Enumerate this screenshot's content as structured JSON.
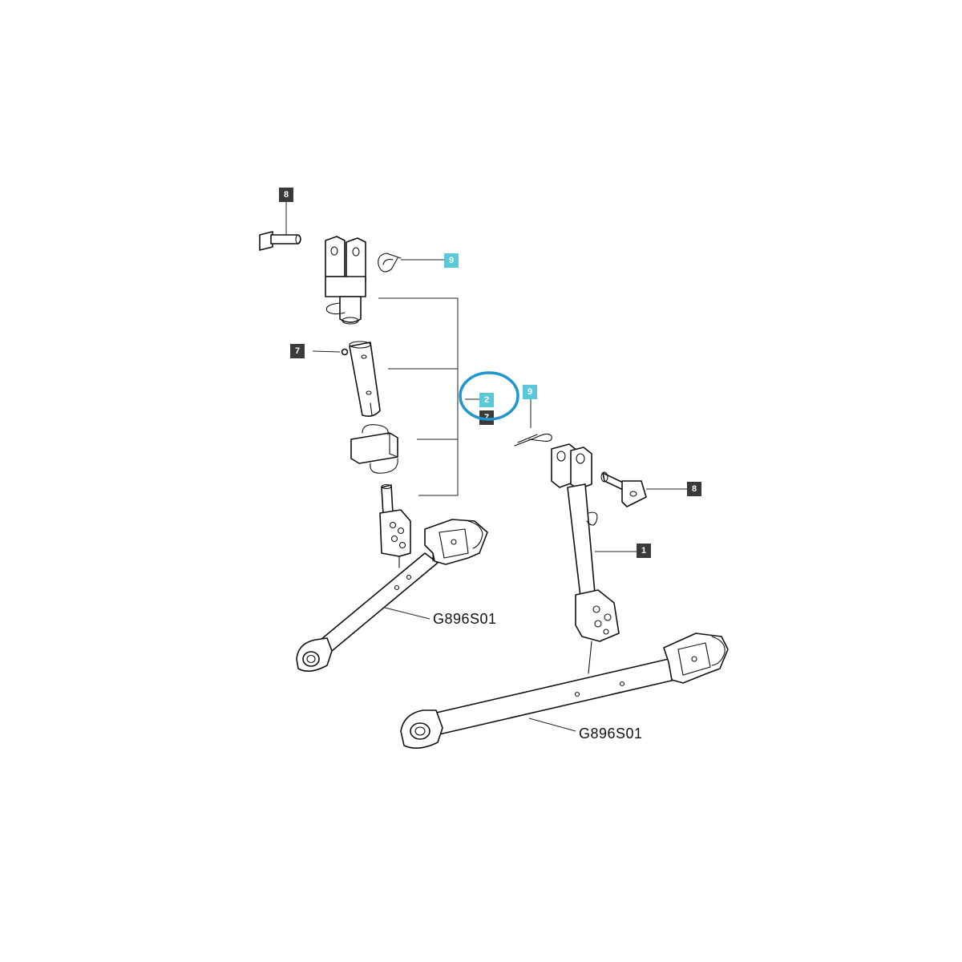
{
  "colors": {
    "callout_dark": "#3a3a3a",
    "callout_light": "#5ac8d8",
    "highlight_ring": "#1f95cf"
  },
  "callouts": {
    "c8_top": "8",
    "c9_top": "9",
    "c7_left": "7",
    "c2_center": "2",
    "c7_center": "7",
    "c9_right": "9",
    "c8_right": "8",
    "c1_right": "1"
  },
  "labels": {
    "ref_left": "G896S01",
    "ref_right": "G896S01"
  }
}
